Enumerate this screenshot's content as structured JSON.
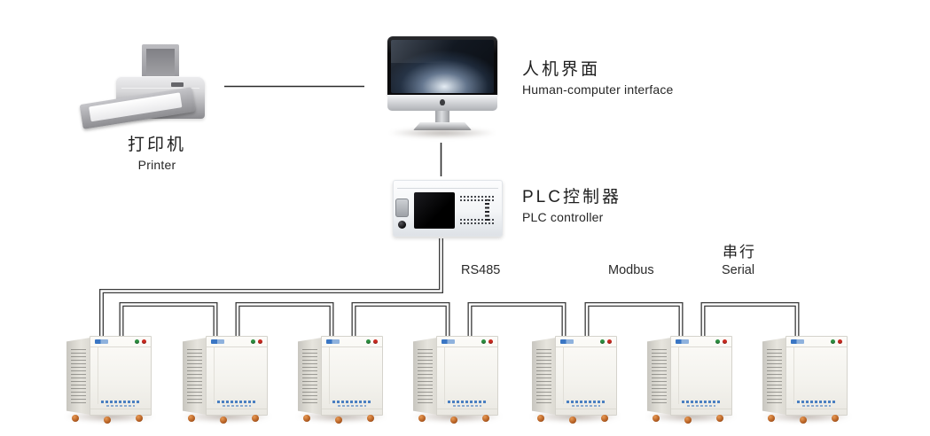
{
  "nodes": {
    "printer": {
      "label_zh": "打印机",
      "label_en": "Printer"
    },
    "hmi": {
      "label_zh": "人机界面",
      "label_en": "Human-computer interface"
    },
    "plc": {
      "label_zh": "PLC控制器",
      "label_en": "PLC controller"
    }
  },
  "bus": {
    "rs485_label": "RS485",
    "modbus_label": "Modbus",
    "serial_label_zh": "串行",
    "serial_label_en": "Serial"
  },
  "cabinets": {
    "count": 7
  },
  "colors": {
    "background": "#ffffff",
    "connection_line": "#3a3a3a",
    "text": "#1f1f1f",
    "cabinet_logo_blue": "#3a76c4",
    "cabinet_button_green": "#2d9040",
    "cabinet_button_red": "#cd2b21",
    "caster_orange": "#c06028"
  }
}
